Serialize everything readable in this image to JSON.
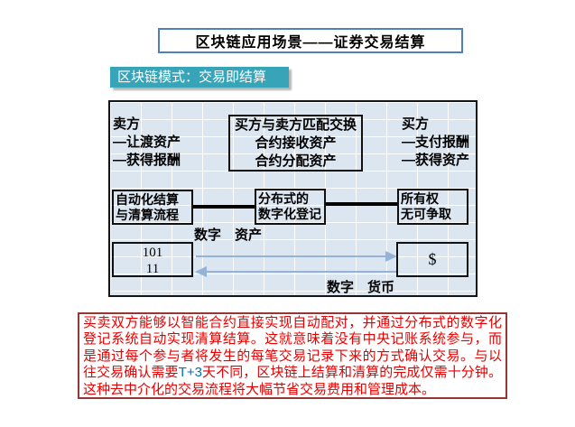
{
  "title": {
    "text": "区块链应用场景——证券交易结算"
  },
  "mode_label": {
    "text": "区块链模式：交易即结算"
  },
  "diagram": {
    "seller": {
      "title": "卖方",
      "lines": [
        "—让渡资产",
        "—获得报酬"
      ]
    },
    "exchange": {
      "title": "买方与卖方匹配交换",
      "lines": [
        "合约接收资产",
        "合约分配资产"
      ]
    },
    "buyer": {
      "title": "买方",
      "lines": [
        "—支付报酬",
        "—获得资产"
      ]
    },
    "settlement_box": {
      "lines": [
        "自动化结算",
        "与清算流程"
      ]
    },
    "ledger_box": {
      "lines": [
        "分布式的",
        "数字化登记"
      ]
    },
    "ownership_box": {
      "lines": [
        "所有权",
        "无可争取"
      ]
    },
    "digital_asset_label": "数字　资产",
    "digital_currency_label": "数字　货币",
    "ledger_values": [
      "101",
      "11"
    ],
    "currency_symbol": "$"
  },
  "note": {
    "text_before": "买卖双方能够以智能合约直接实现自动配对，并通过分布式的数字化登记系统自动实现清算结算。这就意味着没有中央记账系统参与，而是通过每个参与者将发生的每笔交易记录下来的方式确认交易。与以往交易确认需要",
    "highlight": "T+3",
    "text_after": "天不同，区块链上结算和清算的完成仅需十分钟。这种去中介化的交易流程将大幅节省交易费用和管理成本。"
  },
  "colors": {
    "title_border_blue": "#4f81bd",
    "mode_label_teal": "#38a4b8",
    "panel_background": "#dce6f1",
    "arrow_blue": "#95b3d7",
    "note_text_red": "#e80000",
    "note_border_maroon": "#953735",
    "highlight_blue": "#0070c0",
    "box_border_black": "#111111"
  }
}
